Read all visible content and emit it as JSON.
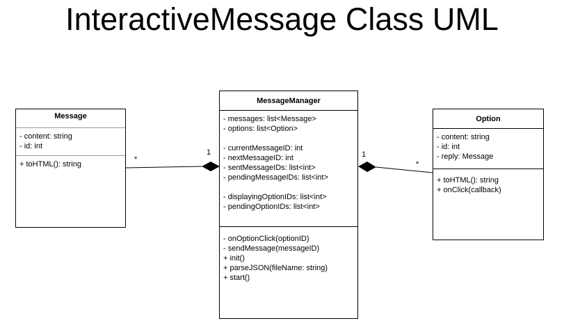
{
  "diagram": {
    "title": "InteractiveMessage Class UML"
  },
  "classes": {
    "message": {
      "name": "Message",
      "attributes": [
        "- content: string",
        "- id: int"
      ],
      "operations": [
        "+ toHTML(): string"
      ]
    },
    "manager": {
      "name": "MessageManager",
      "attributes": [
        "- messages: list<Message>",
        "- options: list<Option>",
        "- currentMessageID: int",
        "- nextMessageID: int",
        "- sentMessageIDs: list<int>",
        "- pendingMessageIDs: list<int>",
        "- displayingOptionIDs: list<int>",
        "- pendingOptionIDs: list<int>"
      ],
      "operations": [
        "- onOptionClick(optionID)",
        "- sendMessage(messageID)",
        "+ init()",
        "+ parseJSON(fileName: string)",
        "+ start()"
      ]
    },
    "option": {
      "name": "Option",
      "attributes": [
        "- content: string",
        "- id: int",
        "- reply: Message"
      ],
      "operations": [
        "+ toHTML(): string",
        "+ onClick(callback)"
      ]
    }
  },
  "associations": {
    "manager_message": {
      "type": "composition",
      "whole": "MessageManager",
      "part": "Message",
      "whole_multiplicity": "1",
      "part_multiplicity": "*"
    },
    "manager_option": {
      "type": "composition",
      "whole": "MessageManager",
      "part": "Option",
      "whole_multiplicity": "1",
      "part_multiplicity": "*"
    }
  }
}
